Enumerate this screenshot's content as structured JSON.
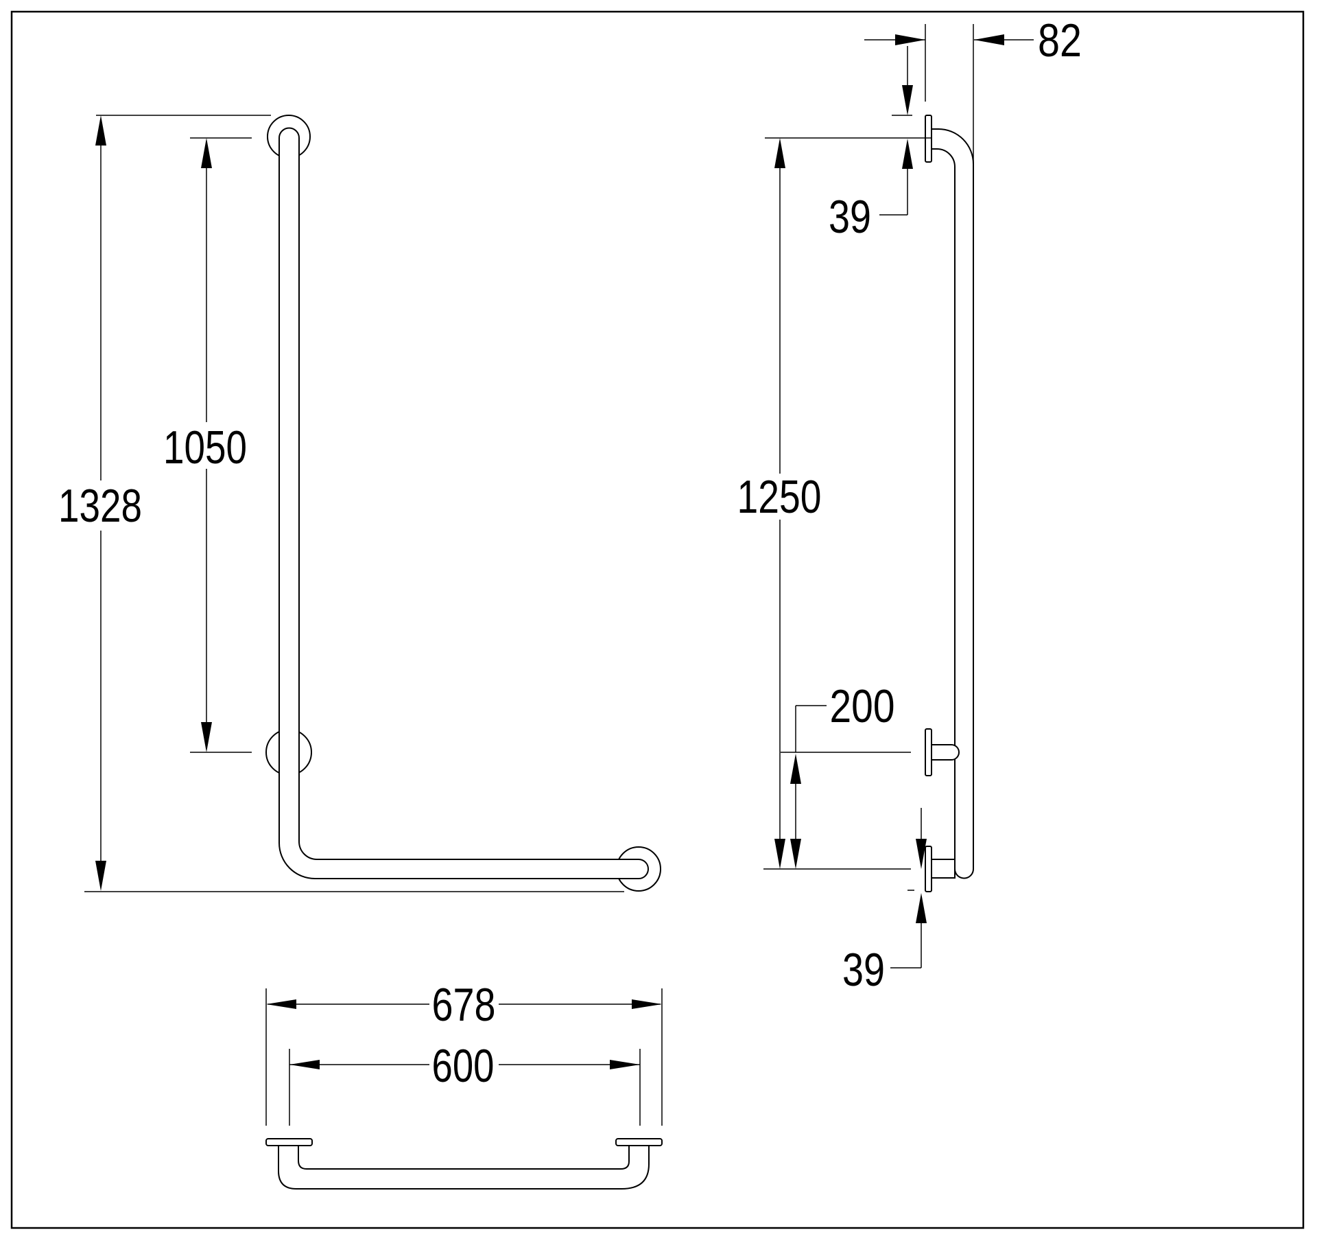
{
  "drawing": {
    "title": "L-shaped grab bar technical drawing, three orthographic views",
    "units": "mm",
    "colors": {
      "line": "#000000",
      "background": "#ffffff"
    },
    "views": {
      "front": {
        "dims": {
          "overall_height": "1328",
          "upper_flange_span": "1050"
        }
      },
      "side": {
        "dims": {
          "wall_projection": "82",
          "flange_offset_top": "39",
          "vertical_center_span": "1250",
          "lower_bracket_offset": "200",
          "flange_offset_bottom": "39"
        }
      },
      "top": {
        "dims": {
          "overall_width": "678",
          "flange_center_span": "600"
        }
      }
    }
  }
}
